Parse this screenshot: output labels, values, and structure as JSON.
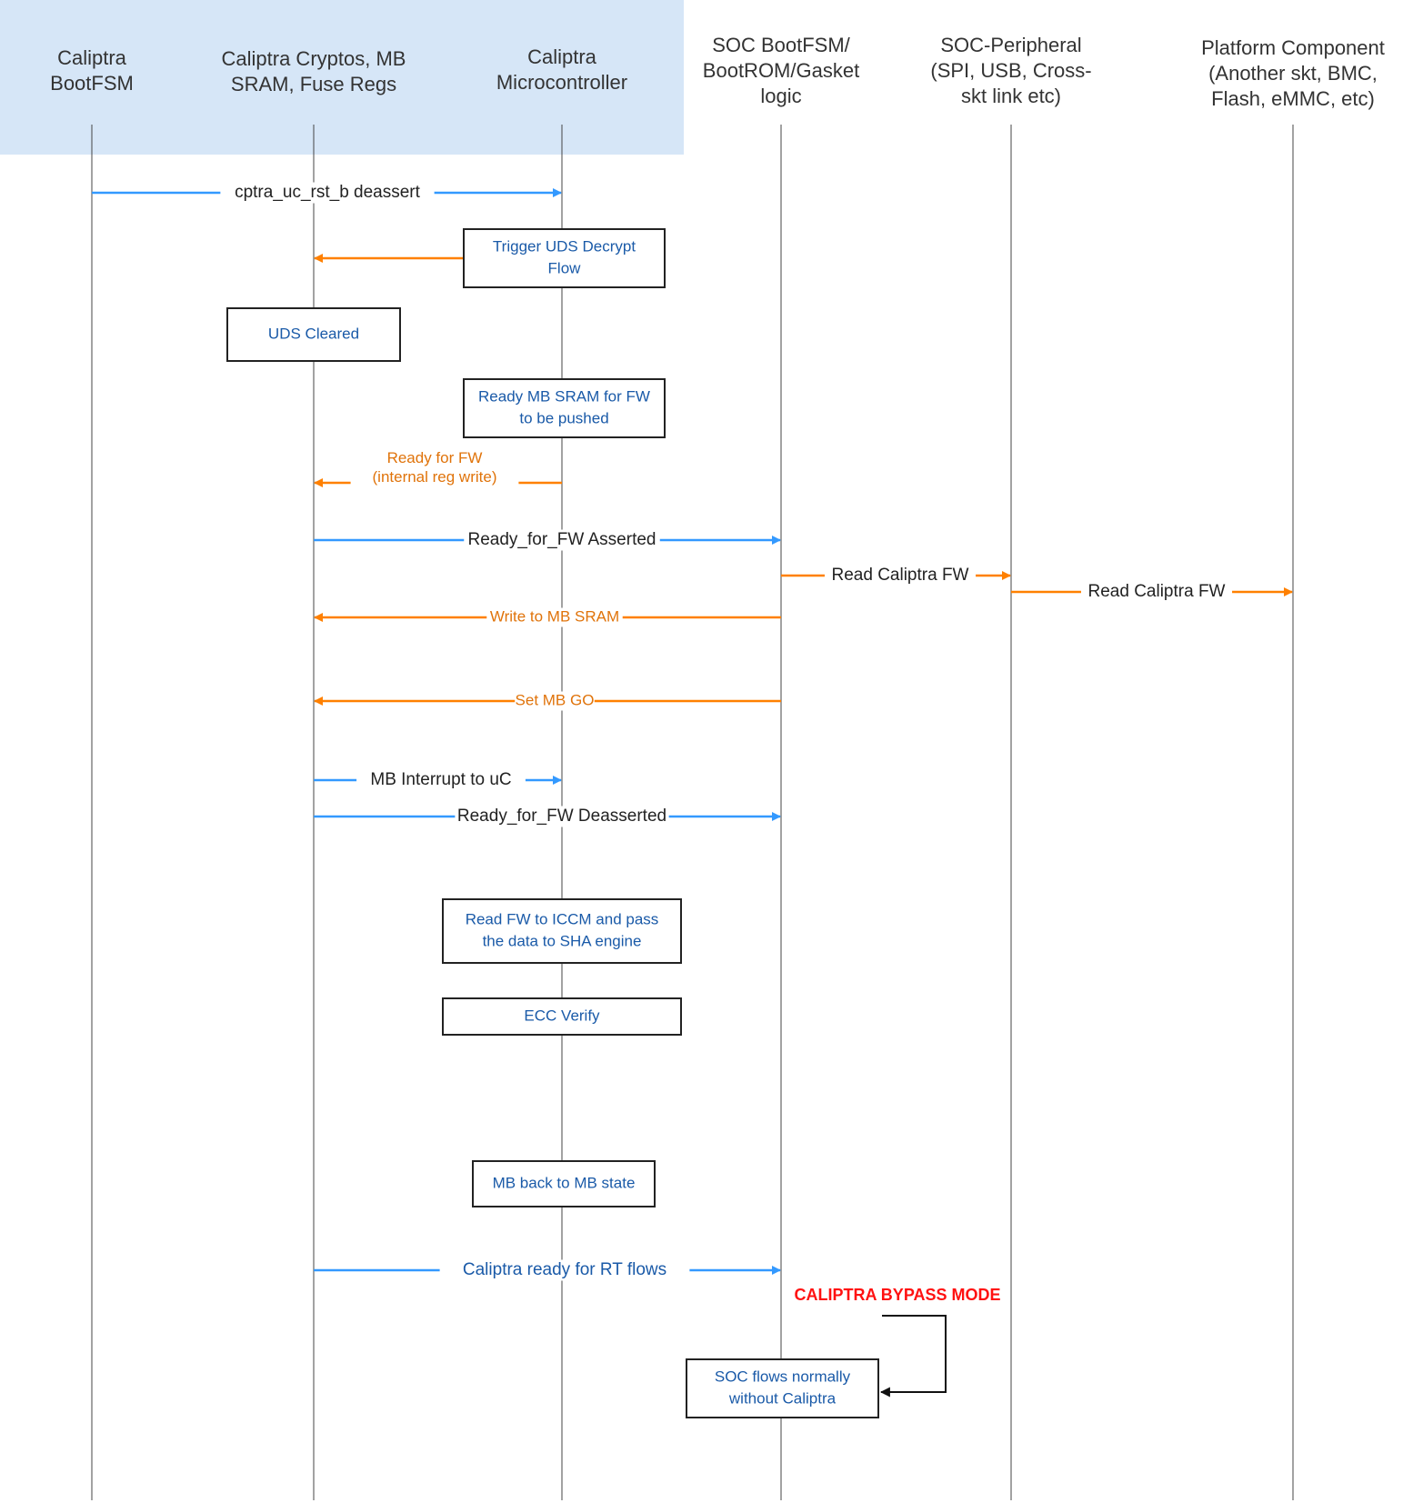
{
  "colors": {
    "blue": "#3399ff",
    "orange": "#ff8000",
    "box_text": "#1a5aa8",
    "label_black": "#222222",
    "label_orange": "#e0730a",
    "lifeline": "#444444",
    "box_border": "#222222",
    "highlight_bg": "#d6e6f7",
    "bypass_red": "#ff1111"
  },
  "lifelines": [
    {
      "id": "bootfsm",
      "lines": [
        "Caliptra",
        "BootFSM"
      ]
    },
    {
      "id": "crypto",
      "lines": [
        "Caliptra Cryptos, MB",
        "SRAM, Fuse Regs"
      ]
    },
    {
      "id": "uc",
      "lines": [
        "Caliptra",
        "Microcontroller"
      ]
    },
    {
      "id": "soc",
      "lines": [
        "SOC BootFSM/",
        "BootROM/Gasket",
        "logic"
      ]
    },
    {
      "id": "periph",
      "lines": [
        "SOC-Peripheral",
        "(SPI, USB, Cross-",
        "skt link etc)"
      ]
    },
    {
      "id": "platform",
      "lines": [
        "Platform Component",
        "(Another skt, BMC,",
        "Flash, eMMC, etc)"
      ]
    }
  ],
  "messages": [
    {
      "name": "cptra-uc-rst-b-deassert",
      "from": "bootfsm",
      "to": "uc",
      "color": "blue",
      "label_color": "label_black",
      "lines": [
        "cptra_uc_rst_b deassert"
      ]
    },
    {
      "name": "ready-for-fw-internal",
      "from": "uc",
      "to": "crypto",
      "color": "orange",
      "label_color": "label_orange",
      "lines": [
        "Ready for FW",
        "(internal reg write)"
      ]
    },
    {
      "name": "ready-for-fw-asserted",
      "from": "crypto",
      "to": "soc",
      "color": "blue",
      "label_color": "label_black",
      "lines": [
        "Ready_for_FW Asserted"
      ]
    },
    {
      "name": "read-caliptra-fw-1",
      "from": "soc",
      "to": "periph",
      "color": "orange",
      "label_color": "label_black",
      "lines": [
        "Read Caliptra FW"
      ]
    },
    {
      "name": "read-caliptra-fw-2",
      "from": "periph",
      "to": "platform",
      "color": "orange",
      "label_color": "label_black",
      "lines": [
        "Read Caliptra FW"
      ]
    },
    {
      "name": "write-to-mb-sram",
      "from": "soc",
      "to": "crypto",
      "color": "orange",
      "label_color": "label_orange",
      "lines": [
        "Write to MB SRAM"
      ]
    },
    {
      "name": "set-mb-go",
      "from": "soc",
      "to": "crypto",
      "color": "orange",
      "label_color": "label_orange",
      "lines": [
        "Set MB GO"
      ]
    },
    {
      "name": "mb-interrupt-to-uc",
      "from": "crypto",
      "to": "uc",
      "color": "blue",
      "label_color": "label_black",
      "lines": [
        "MB Interrupt to uC"
      ]
    },
    {
      "name": "ready-for-fw-deasserted",
      "from": "crypto",
      "to": "soc",
      "color": "blue",
      "label_color": "label_black",
      "lines": [
        "Ready_for_FW Deasserted"
      ]
    },
    {
      "name": "caliptra-ready-for-rt-flows",
      "from": "crypto",
      "to": "soc",
      "color": "blue",
      "label_color": "box_text",
      "lines": [
        "Caliptra ready for RT flows"
      ]
    },
    {
      "name": "trigger-uds-decrypt-arrow",
      "from": "uc",
      "to": "crypto",
      "color": "orange",
      "label_color": "label_black",
      "lines": []
    }
  ],
  "boxes": [
    {
      "name": "trigger-uds-decrypt-box",
      "lines": [
        "Trigger UDS Decrypt",
        "Flow"
      ]
    },
    {
      "name": "uds-cleared-box",
      "lines": [
        "UDS Cleared"
      ]
    },
    {
      "name": "ready-mb-sram-box",
      "lines": [
        "Ready MB SRAM for FW",
        "to be pushed"
      ]
    },
    {
      "name": "read-fw-iccm-box",
      "lines": [
        "Read FW to ICCM and pass",
        "the data to SHA engine"
      ]
    },
    {
      "name": "ecc-verify-box",
      "lines": [
        "ECC Verify"
      ]
    },
    {
      "name": "mb-back-box",
      "lines": [
        "MB back to MB state"
      ]
    },
    {
      "name": "soc-flows-box",
      "lines": [
        "SOC flows normally",
        "without Caliptra"
      ]
    }
  ],
  "bypass": {
    "label": "CALIPTRA BYPASS MODE"
  }
}
